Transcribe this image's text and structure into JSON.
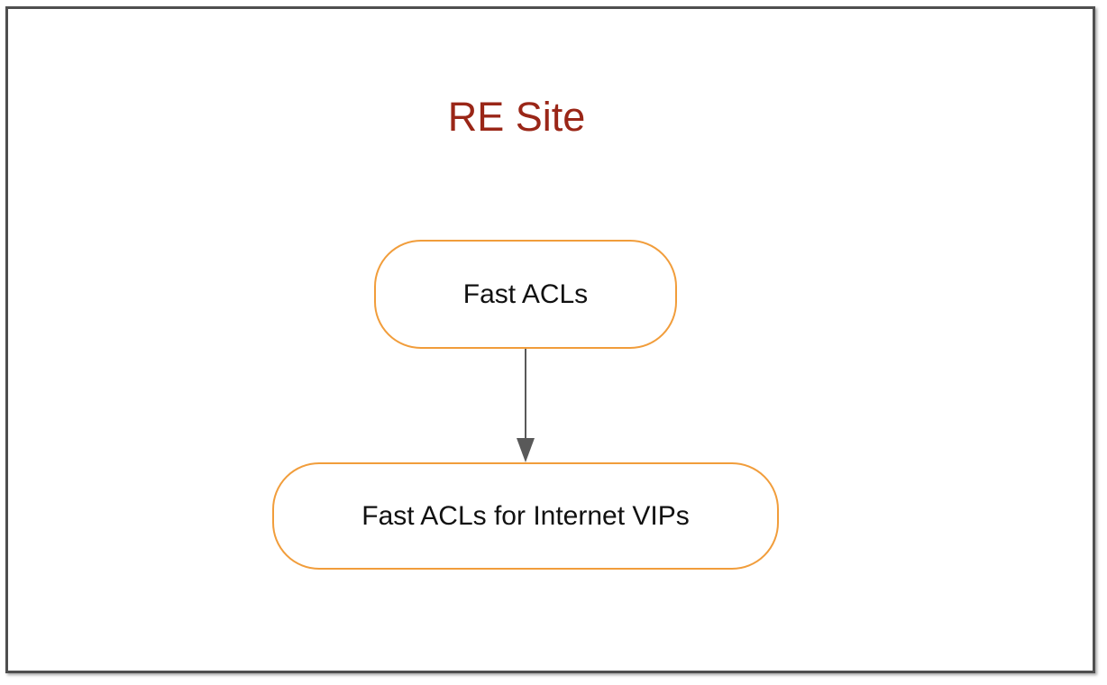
{
  "diagram": {
    "title": {
      "text": "RE Site"
    },
    "nodes": [
      {
        "id": "fast-acls",
        "label": "Fast ACLs"
      },
      {
        "id": "fast-acls-for-internet-vips",
        "label": "Fast ACLs for Internet VIPs"
      }
    ],
    "edges": [
      {
        "from": "fast-acls",
        "to": "fast-acls-for-internet-vips",
        "style": "solid-line-down-arrow"
      }
    ],
    "colors": {
      "background": "#ffffff",
      "frame_border": "#4f4f4f",
      "title": "#9a2617",
      "node_border": "#f19d3b",
      "node_fill": "#ffffff",
      "node_text": "#111111",
      "arrow": "#595959"
    }
  }
}
